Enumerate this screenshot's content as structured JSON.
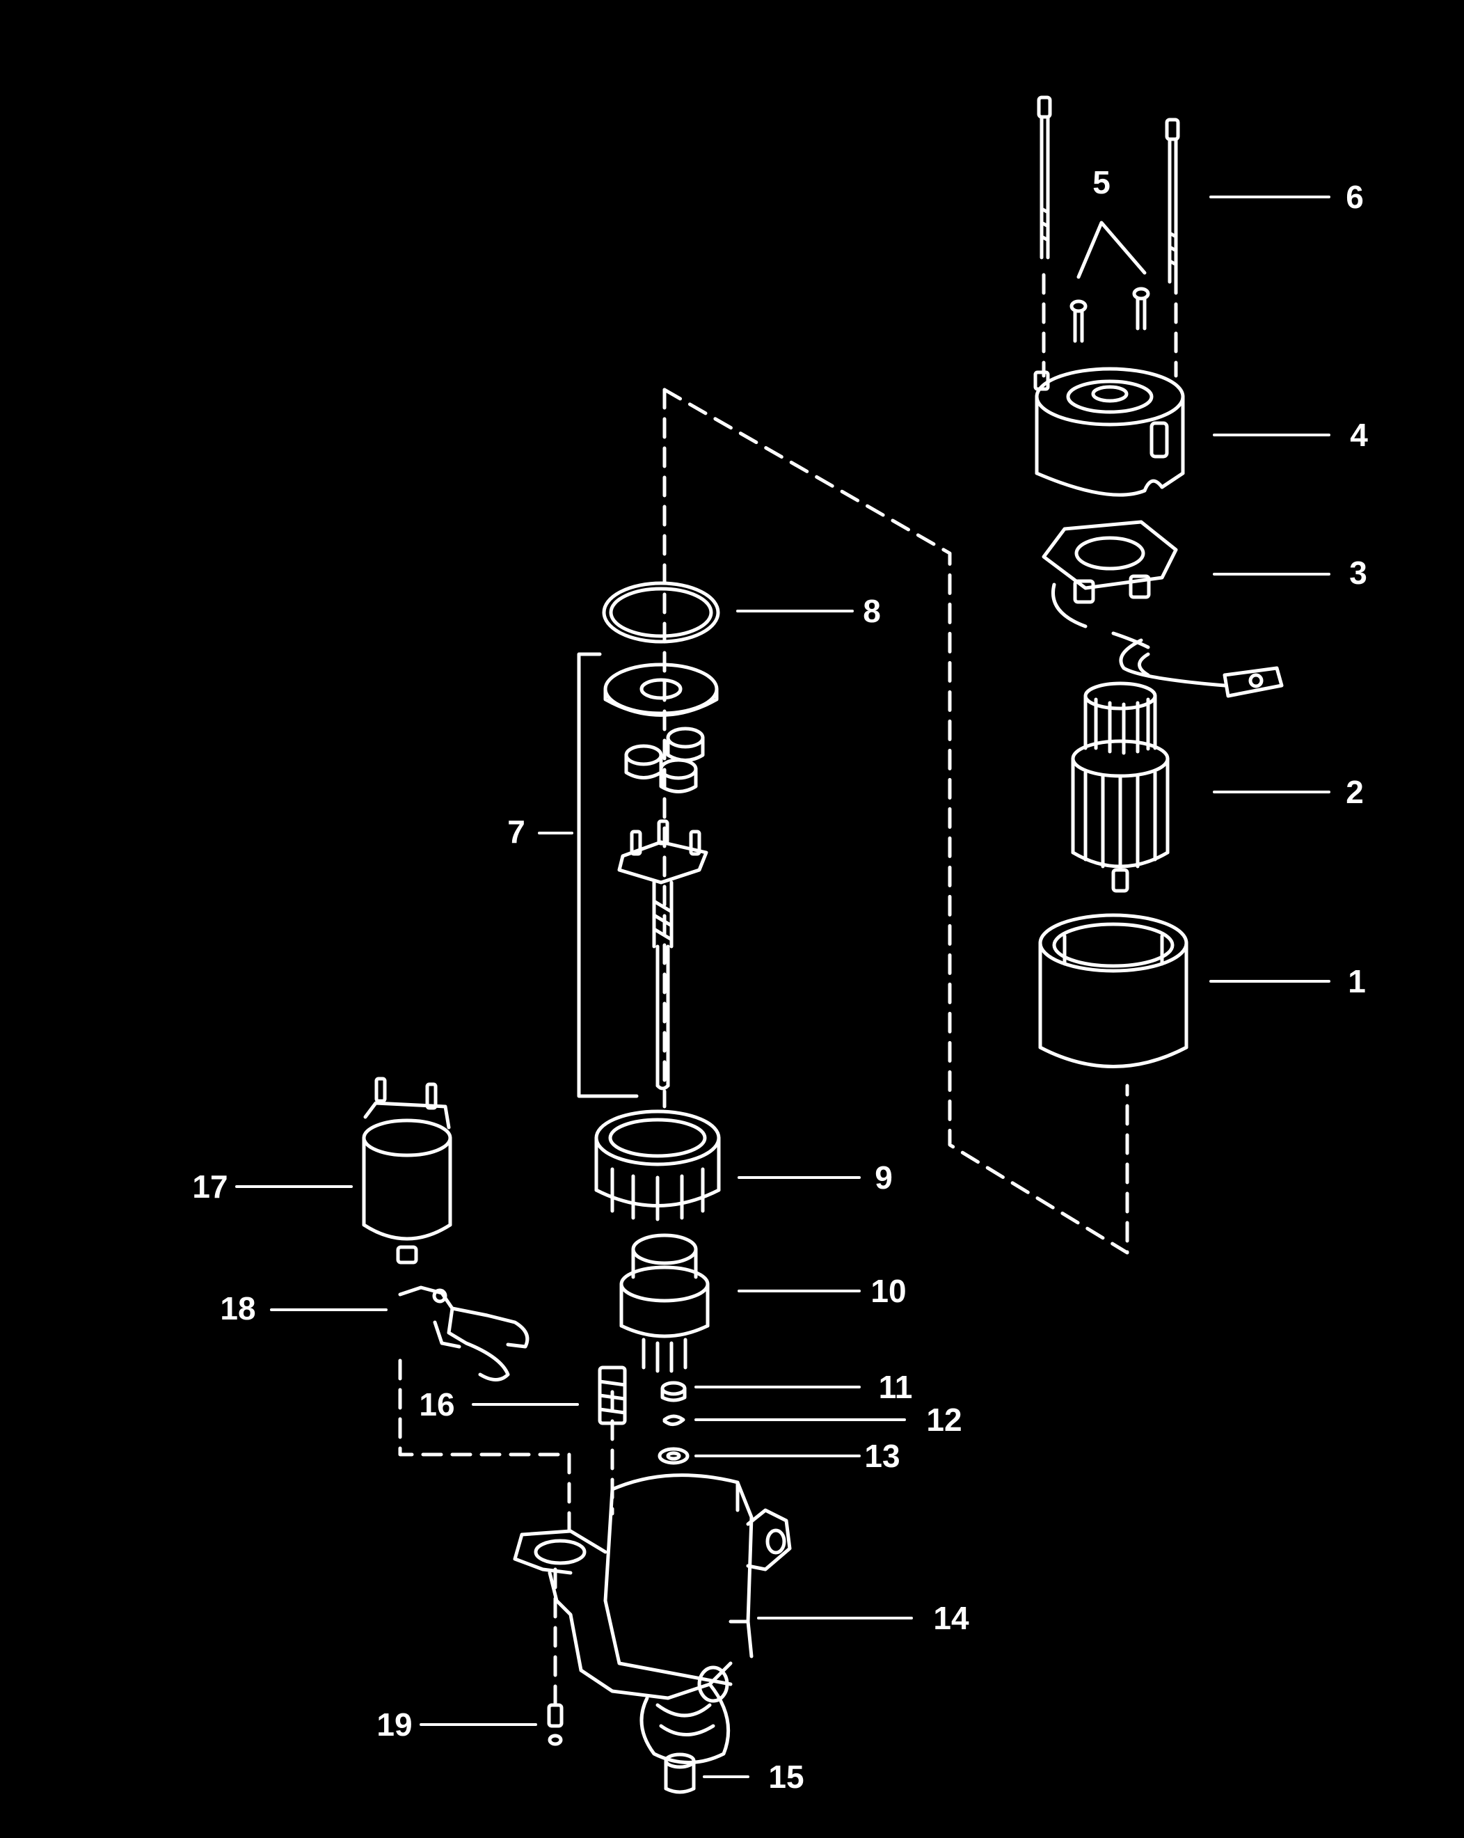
{
  "diagram": {
    "background": "#000000",
    "stroke": "#ffffff",
    "callouts": [
      {
        "id": "1",
        "label": "1"
      },
      {
        "id": "2",
        "label": "2"
      },
      {
        "id": "3",
        "label": "3"
      },
      {
        "id": "4",
        "label": "4"
      },
      {
        "id": "5",
        "label": "5"
      },
      {
        "id": "6",
        "label": "6"
      },
      {
        "id": "7",
        "label": "7"
      },
      {
        "id": "8",
        "label": "8"
      },
      {
        "id": "9",
        "label": "9"
      },
      {
        "id": "10",
        "label": "10"
      },
      {
        "id": "11",
        "label": "11"
      },
      {
        "id": "12",
        "label": "12"
      },
      {
        "id": "13",
        "label": "13"
      },
      {
        "id": "14",
        "label": "14"
      },
      {
        "id": "15",
        "label": "15"
      },
      {
        "id": "16",
        "label": "16"
      },
      {
        "id": "17",
        "label": "17"
      },
      {
        "id": "18",
        "label": "18"
      },
      {
        "id": "19",
        "label": "19"
      }
    ]
  }
}
